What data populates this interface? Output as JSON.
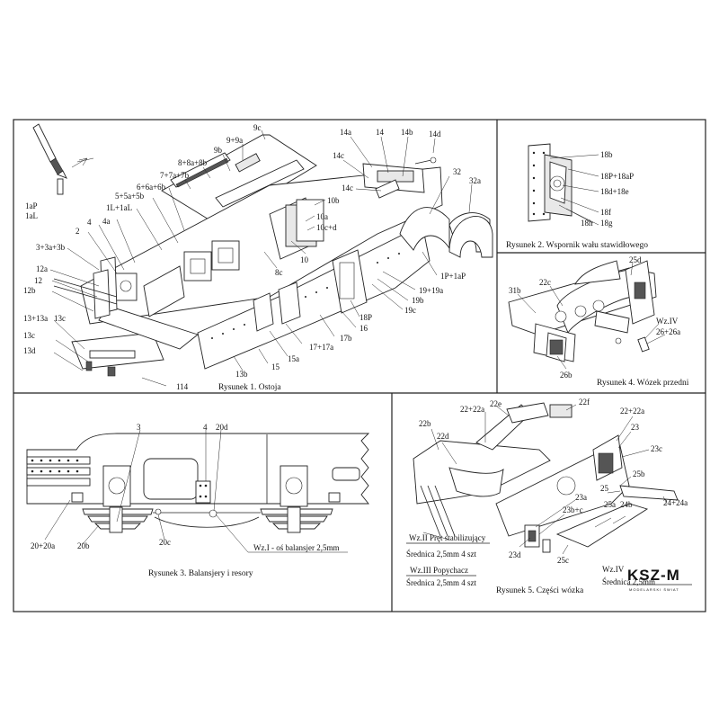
{
  "panels": {
    "p1": {
      "caption": "Rysunek 1.  Ostoja",
      "labels": [
        "9c",
        "9+9a",
        "9b",
        "8+8a+8b",
        "7+7a+7b",
        "6+6a+6b",
        "5+5a+5b",
        "1L+1aL",
        "4a",
        "4",
        "2",
        "3+3a+3b",
        "12a",
        "12",
        "12b",
        "13+13a",
        "13c",
        "13c",
        "13d",
        "114",
        "13b",
        "15",
        "15a",
        "17+17a",
        "17b",
        "16",
        "18P",
        "19c",
        "19b",
        "19+19a",
        "1P+1aP",
        "32",
        "32a",
        "14a",
        "14",
        "14b",
        "14d",
        "14c",
        "14c",
        "10b",
        "10a",
        "10c+d",
        "10",
        "8c",
        "1aP",
        "1aL"
      ]
    },
    "p2": {
      "caption": "Rysunek 2.  Wspornik wału stawidłowego",
      "labels": [
        "18b",
        "18P+18aP",
        "18d+18e",
        "18f",
        "18h",
        "18g"
      ]
    },
    "p3": {
      "caption": "Rysunek 3.  Balansjery i resory",
      "labels": [
        "3",
        "4",
        "20d",
        "20+20a",
        "20b",
        "20c"
      ],
      "note": "Wz.I - oś balansjer   2,5mm"
    },
    "p4": {
      "caption": "Rysunek 4.  Wózek przedni",
      "labels": [
        "25d",
        "22c",
        "31b",
        "Wz.IV",
        "26+26a",
        "26b"
      ]
    },
    "p5": {
      "caption": "Rysunek 5.  Części wózka",
      "labels": [
        "22e",
        "22+22a",
        "22f",
        "22b",
        "22d",
        "22+22a",
        "23",
        "23c",
        "25b",
        "25",
        "23a",
        "24+24a",
        "25a",
        "24b",
        "23b+c",
        "23d",
        "25c"
      ],
      "notes": [
        "Wz.II  Pręt stabilizujący",
        "Średnica 2,5mm  4 szt",
        "Wz.III  Popychacz",
        "Średnica 2,5mm  4 szt",
        "Wz.IV",
        "Średnica 2,5mm"
      ]
    }
  },
  "brand": {
    "logo_text": "KSZ-M",
    "logo_sub": "MODELARSKI ŚWIAT"
  }
}
